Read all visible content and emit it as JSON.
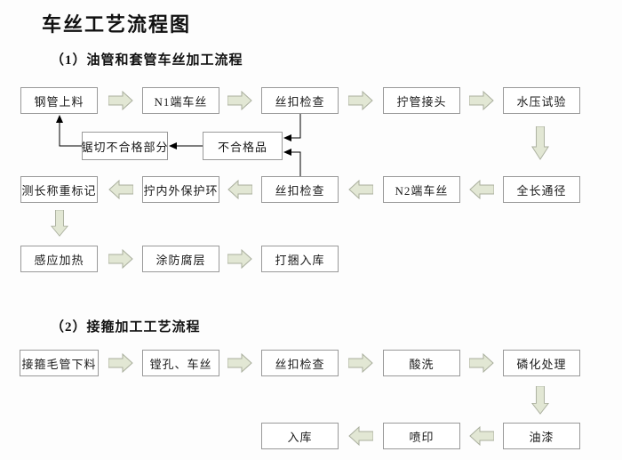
{
  "title": "车丝工艺流程图",
  "section1": {
    "heading": "（1）油管和套管车丝加工流程"
  },
  "section2": {
    "heading": "（2）接箍加工工艺流程"
  },
  "boxes": [
    {
      "label": "钢管上料"
    },
    {
      "label": "N1端车丝"
    },
    {
      "label": "丝扣检查"
    },
    {
      "label": "拧管接头"
    },
    {
      "label": "水压试验"
    },
    {
      "label": "锯切不合格部分"
    },
    {
      "label": "不合格品"
    },
    {
      "label": "测长称重标记"
    },
    {
      "label": "拧内外保护环"
    },
    {
      "label": "丝扣检查"
    },
    {
      "label": "N2端车丝"
    },
    {
      "label": "全长通径"
    },
    {
      "label": "感应加热"
    },
    {
      "label": "涂防腐层"
    },
    {
      "label": "打捆入库"
    },
    {
      "label": "接箍毛管下料"
    },
    {
      "label": "镗孔、车丝"
    },
    {
      "label": "丝扣检查"
    },
    {
      "label": "酸洗"
    },
    {
      "label": "磷化处理"
    },
    {
      "label": "入库"
    },
    {
      "label": "喷印"
    },
    {
      "label": "油漆"
    }
  ],
  "colors": {
    "arrow_fill": "#e2e7d4",
    "arrow_stroke": "#a9ae9d",
    "box_border": "#999999",
    "connector": "#000000",
    "background": "#fdfdfd"
  }
}
